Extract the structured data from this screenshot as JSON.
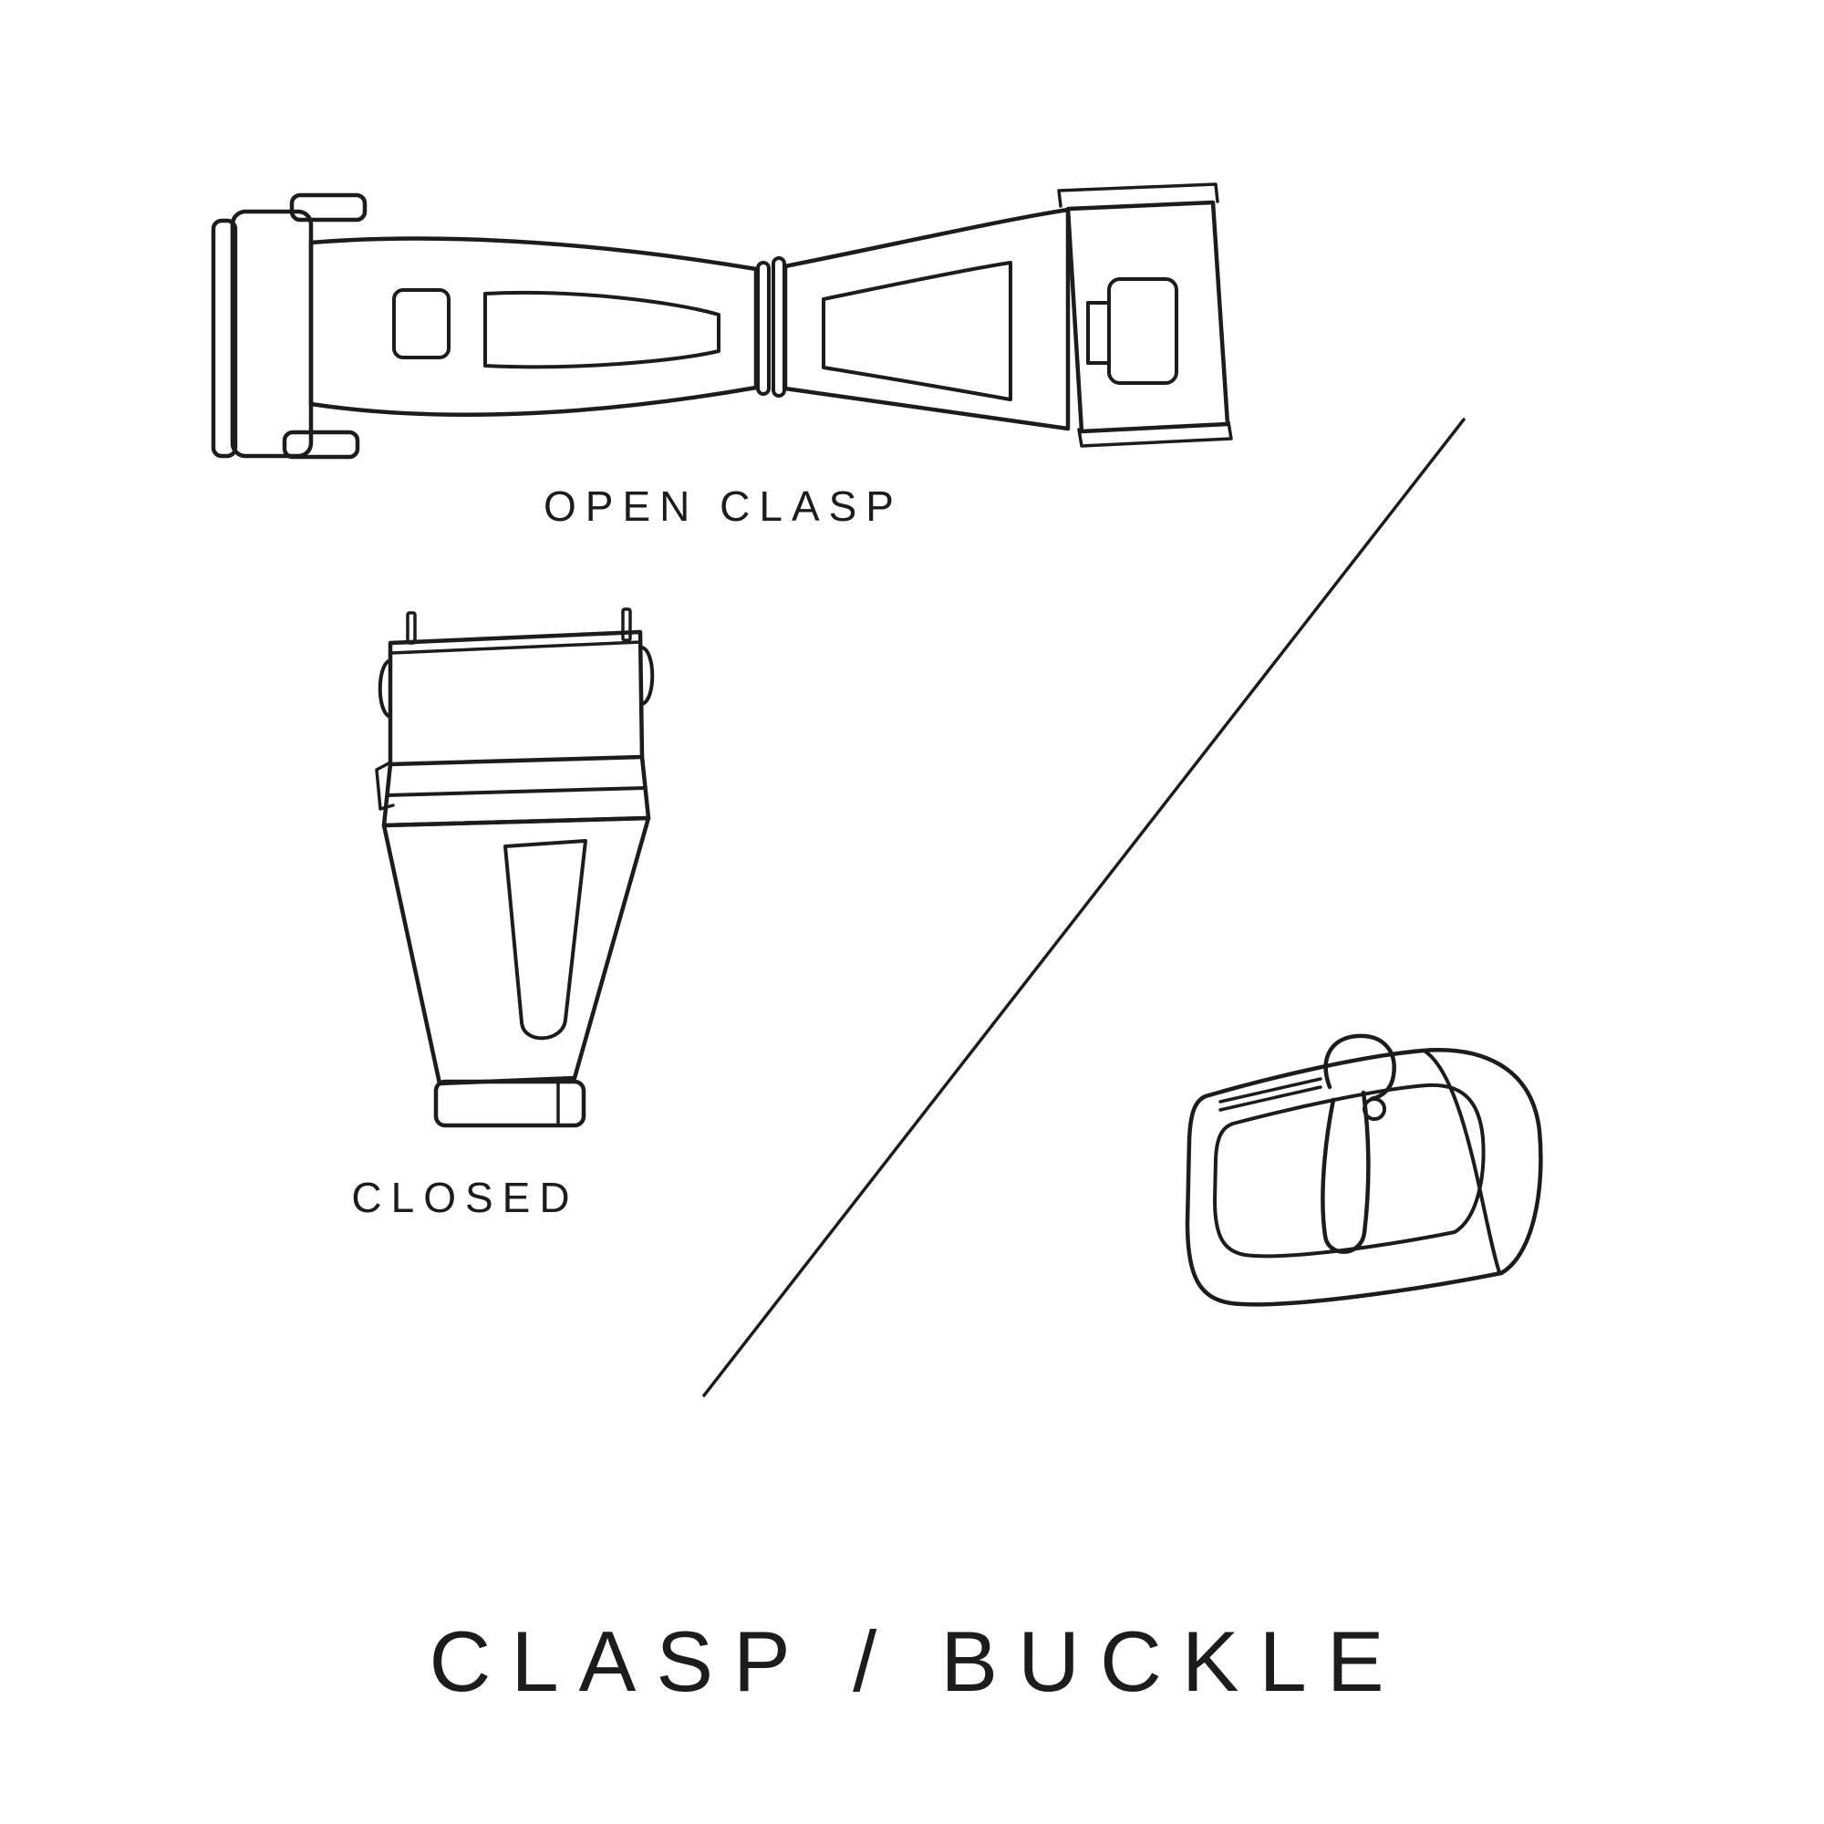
{
  "canvas": {
    "background": "#ffffff",
    "ink": "#1c1c1c"
  },
  "labels": {
    "open_clasp": "OPEN CLASP",
    "closed": "CLOSED"
  },
  "title": "CLASP / BUCKLE",
  "icons": {
    "open_clasp_illustration": "open-watch-clasp-line-drawing",
    "closed_clasp_illustration": "closed-watch-clasp-line-drawing",
    "buckle_illustration": "pin-buckle-line-drawing",
    "divider": "diagonal-divider-line"
  }
}
